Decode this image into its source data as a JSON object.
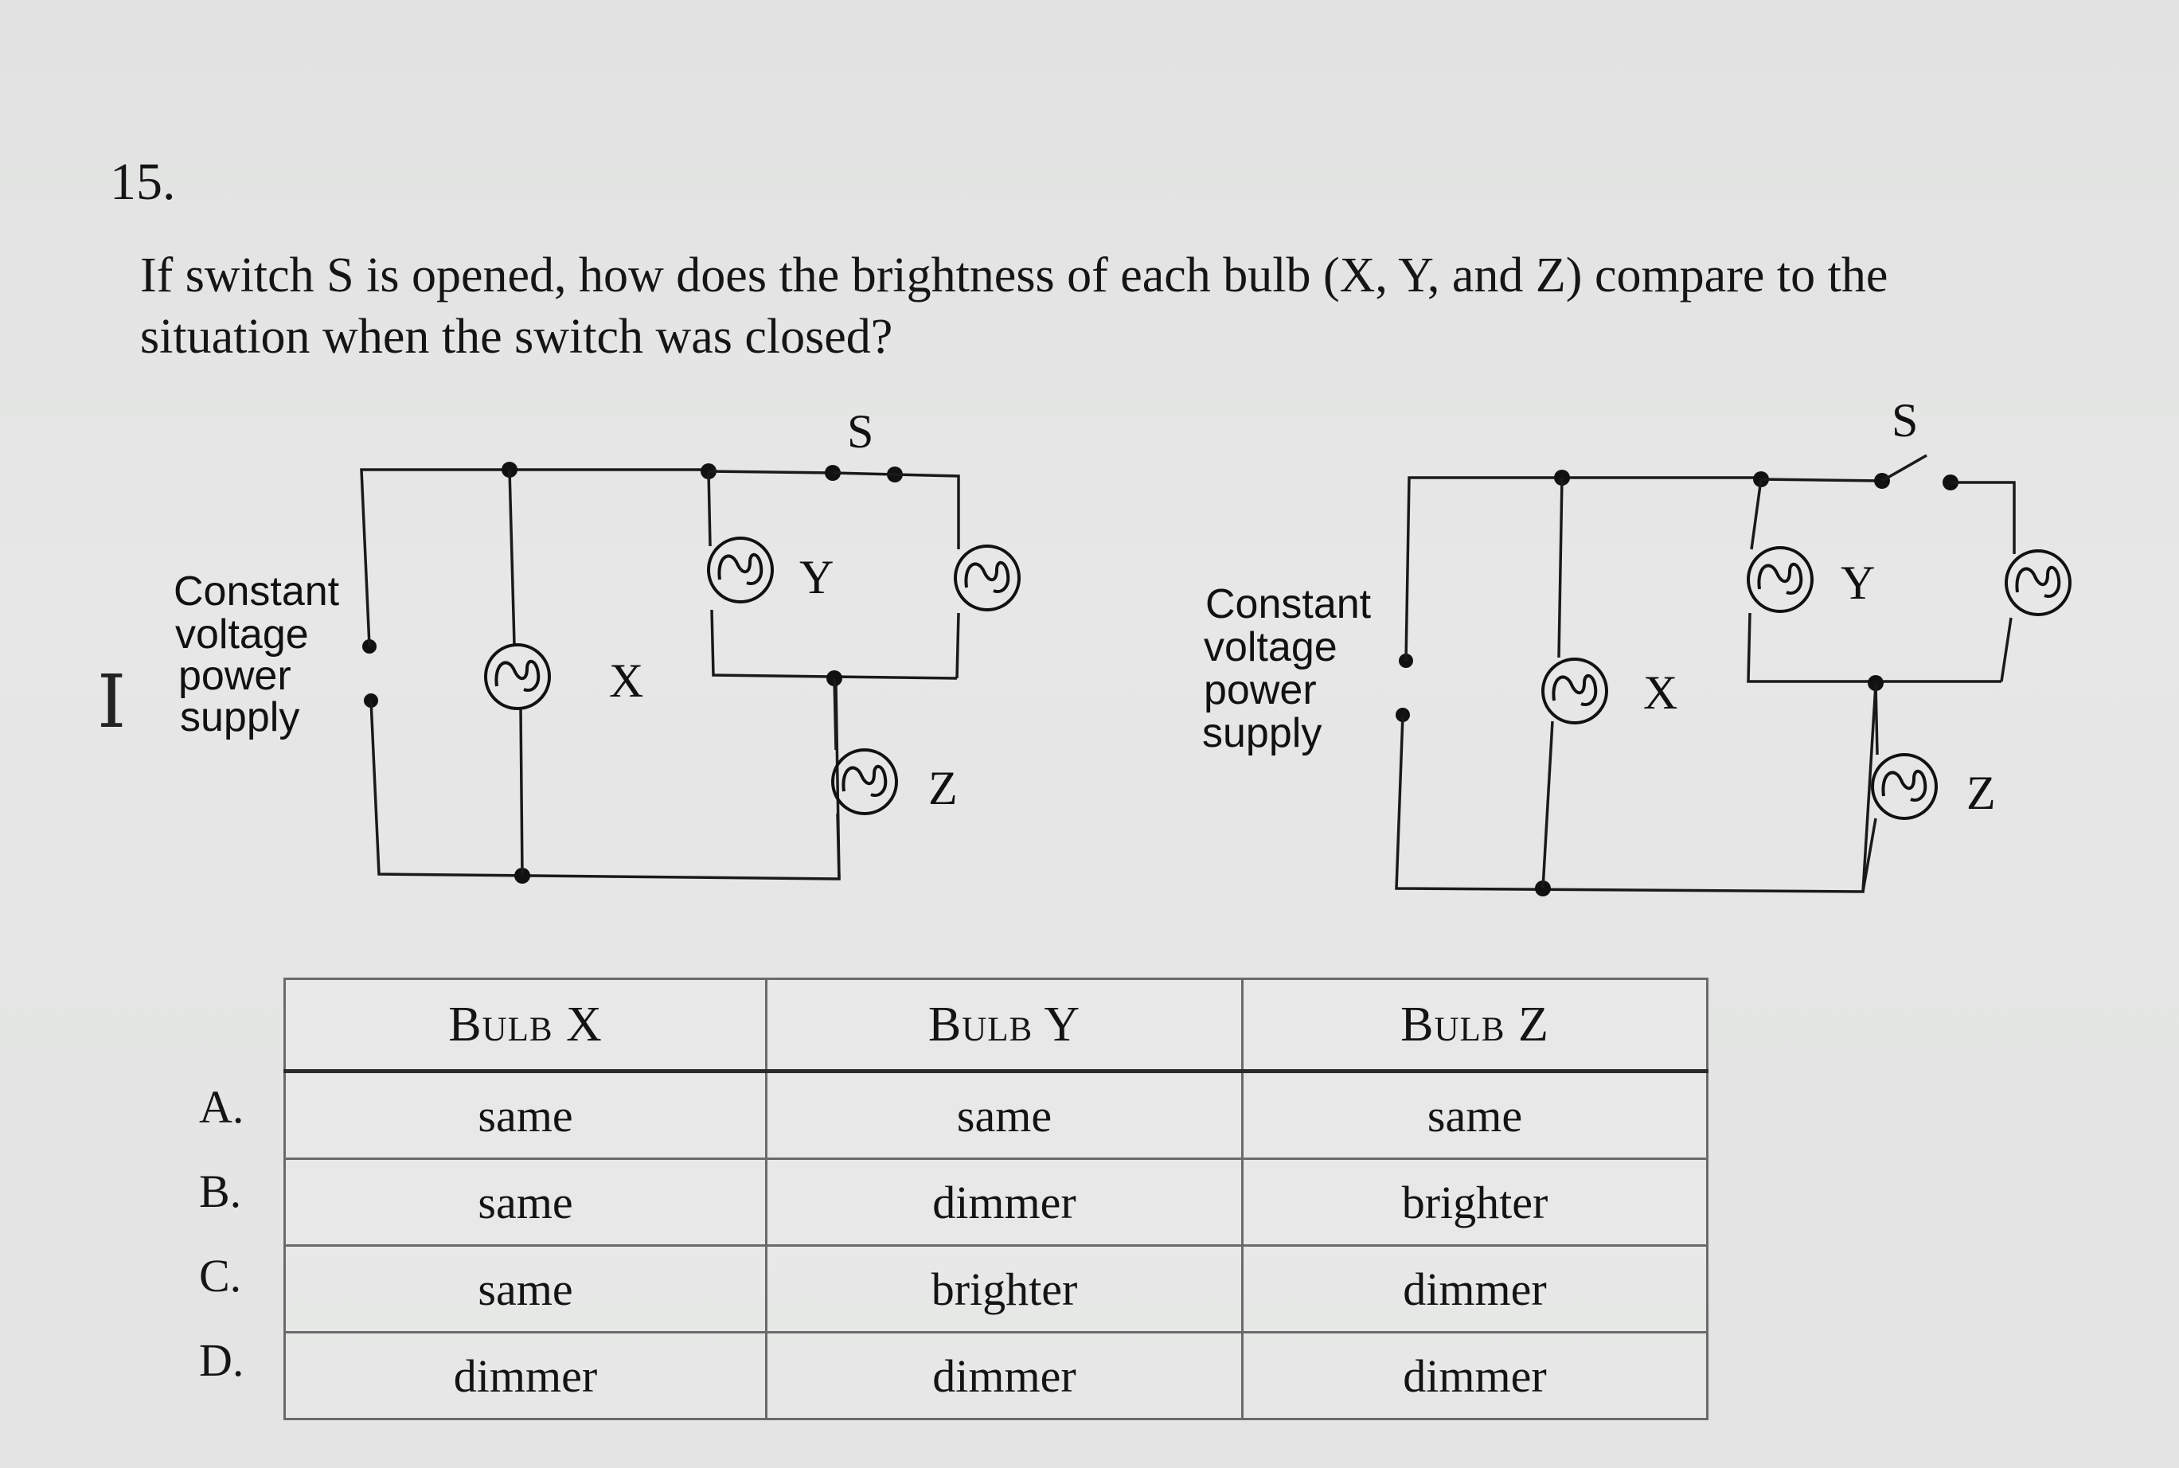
{
  "question": {
    "number": "15.",
    "line1": "If switch S is opened, how does the brightness of each bulb (X, Y, and Z) compare to the",
    "line2": "situation when the switch was closed?"
  },
  "cursor_glyph": "I",
  "circuits": [
    {
      "state": "closed",
      "power_supply_label": [
        "Constant",
        "voltage",
        "power",
        "supply"
      ],
      "switch_label": "S",
      "bulb_labels": [
        "X",
        "Y",
        "Z"
      ]
    },
    {
      "state": "open",
      "power_supply_label": [
        "Constant",
        "voltage",
        "power",
        "supply"
      ],
      "switch_label": "S",
      "bulb_labels": [
        "X",
        "Y",
        "Z"
      ]
    }
  ],
  "answer_table": {
    "headers": [
      "Bulb X",
      "Bulb Y",
      "Bulb Z"
    ],
    "rows": [
      {
        "letter": "A.",
        "x": "same",
        "y": "same",
        "z": "same"
      },
      {
        "letter": "B.",
        "x": "same",
        "y": "dimmer",
        "z": "brighter"
      },
      {
        "letter": "C.",
        "x": "same",
        "y": "brighter",
        "z": "dimmer"
      },
      {
        "letter": "D.",
        "x": "dimmer",
        "y": "dimmer",
        "z": "dimmer"
      }
    ]
  }
}
